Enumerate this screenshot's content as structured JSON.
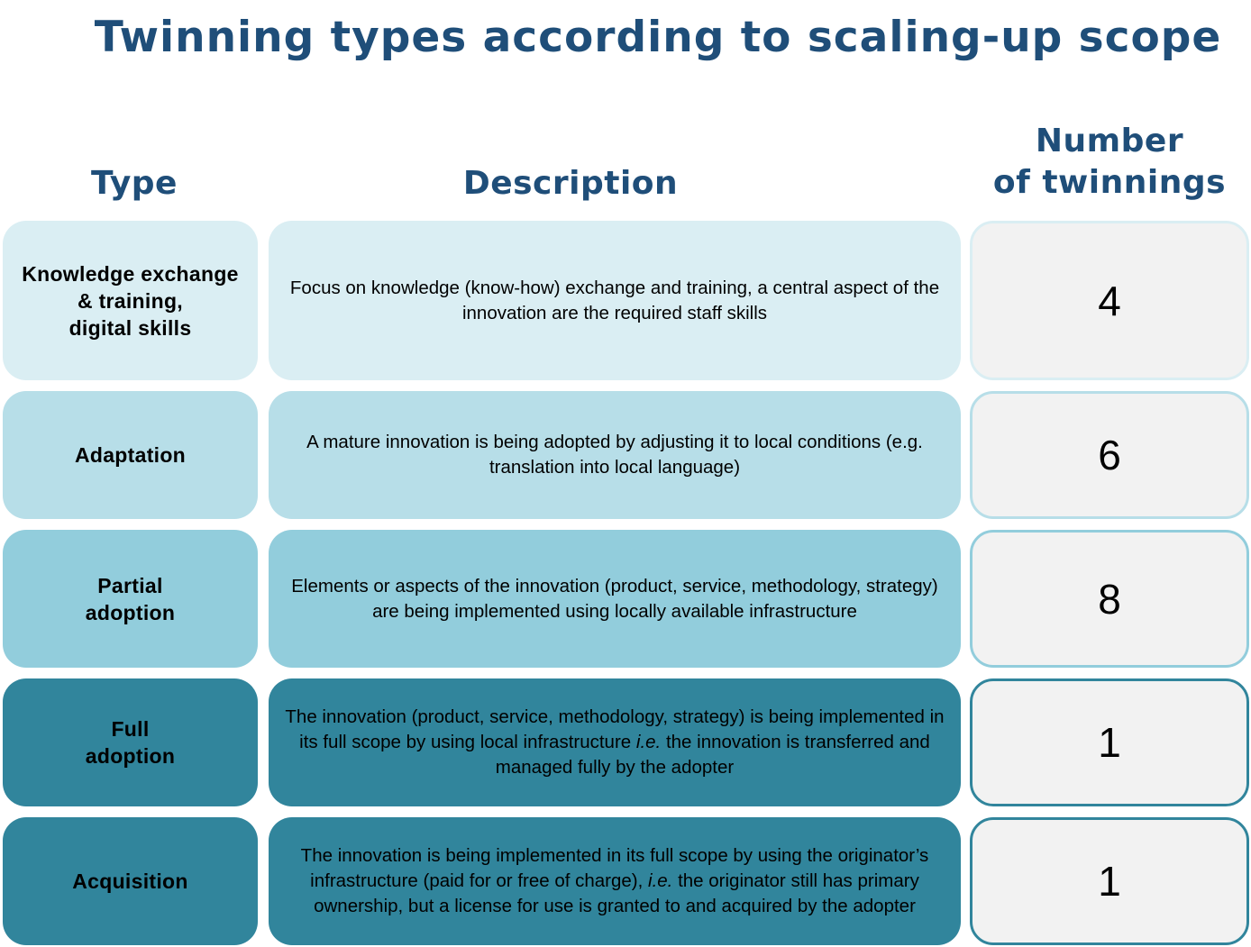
{
  "title": "Twinning types according to scaling-up scope",
  "headers": {
    "type": "Type",
    "description": "Description",
    "count": "Number\nof twinnings"
  },
  "rows": [
    {
      "type": "Knowledge exchange\n& training,\ndigital skills",
      "description": "Focus on knowledge (know-how) exchange and training, a central aspect of the innovation are the required staff skills",
      "count": "4"
    },
    {
      "type": "Adaptation",
      "description": "A mature innovation is being adopted by adjusting it to local conditions (e.g. translation into local language)",
      "count": "6"
    },
    {
      "type": "Partial\nadoption",
      "description": "Elements or aspects of the innovation (product, service, methodology, strategy) are being implemented using locally available infrastructure",
      "count": "8"
    },
    {
      "type": "Full\nadoption",
      "description_parts": [
        "The innovation (product, service, methodology, strategy) is being implemented in its full scope by using local infrastructure ",
        "i.e.",
        " the innovation is transferred and managed fully by the adopter"
      ],
      "count": "1"
    },
    {
      "type": "Acquisition",
      "description_parts": [
        "The innovation is being implemented in its full scope by using the originator’s infrastructure (paid for or free of charge), ",
        "i.e.",
        " the originator still has primary ownership, but a license for use is granted to and acquired by the adopter"
      ],
      "count": "1"
    }
  ],
  "colors": {
    "title": "#1f4e79",
    "row1": "#daeef3",
    "row2": "#b7dee8",
    "row3": "#92cddc",
    "row4": "#31859c",
    "row5": "#31859c",
    "count_fill": "#f2f2f2"
  }
}
